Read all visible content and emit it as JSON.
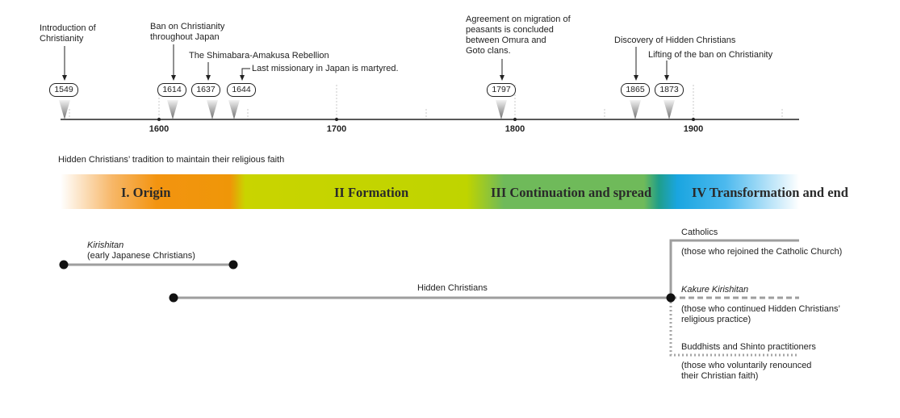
{
  "timeline": {
    "axis_labels": [
      "1600",
      "1700",
      "1800",
      "1900"
    ],
    "years": [
      "1549",
      "1614",
      "1637",
      "1644",
      "1797",
      "1865",
      "1873"
    ],
    "events": {
      "intro": "Introduction of\nChristianity",
      "ban": "Ban on Christianity\nthroughout Japan",
      "shimabara": "The Shimabara-Amakusa Rebellion",
      "missionary": "Last missionary in Japan is martyred.",
      "migration": "Agreement on migration of\npeasants is concluded\nbetween Omura and\nGoto clans.",
      "discovery": "Discovery of Hidden Christians",
      "lifting": "Lifting of the ban on Christianity"
    }
  },
  "tradition": {
    "heading": "Hidden Christians’ tradition to maintain their religious faith",
    "phases": [
      "I. Origin",
      "II Formation",
      "III Continuation and spread",
      "IV Transformation and end"
    ],
    "band_colors": [
      "#f39410",
      "#c9d400",
      "#6fba5a",
      "#1aa5e0"
    ]
  },
  "groups": {
    "kirishitan": {
      "name": "Kirishitan",
      "note": "(early Japanese Christians)"
    },
    "hidden": {
      "name": "Hidden Christians"
    },
    "catholics": {
      "name": "Catholics",
      "note": "(those who rejoined the Catholic Church)"
    },
    "kakure": {
      "name": "Kakure Kirishitan",
      "note": "(those who continued Hidden Christians’\n religious practice)"
    },
    "buddhists": {
      "name": "Buddhists and Shinto practitioners",
      "note": "(those who voluntarily renounced\ntheir Christian faith)"
    }
  }
}
